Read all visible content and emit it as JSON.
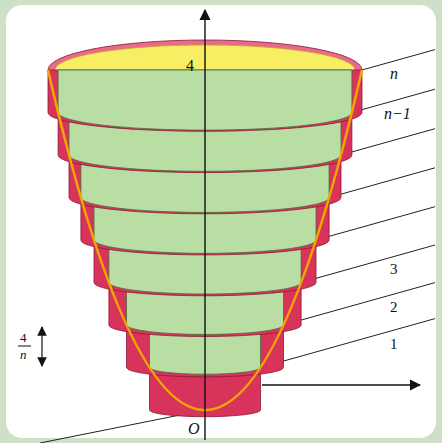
{
  "diagram": {
    "labels": [
      "4",
      "n",
      "n−1",
      "3",
      "2",
      "1",
      "4",
      "n",
      "O"
    ]
  }
}
